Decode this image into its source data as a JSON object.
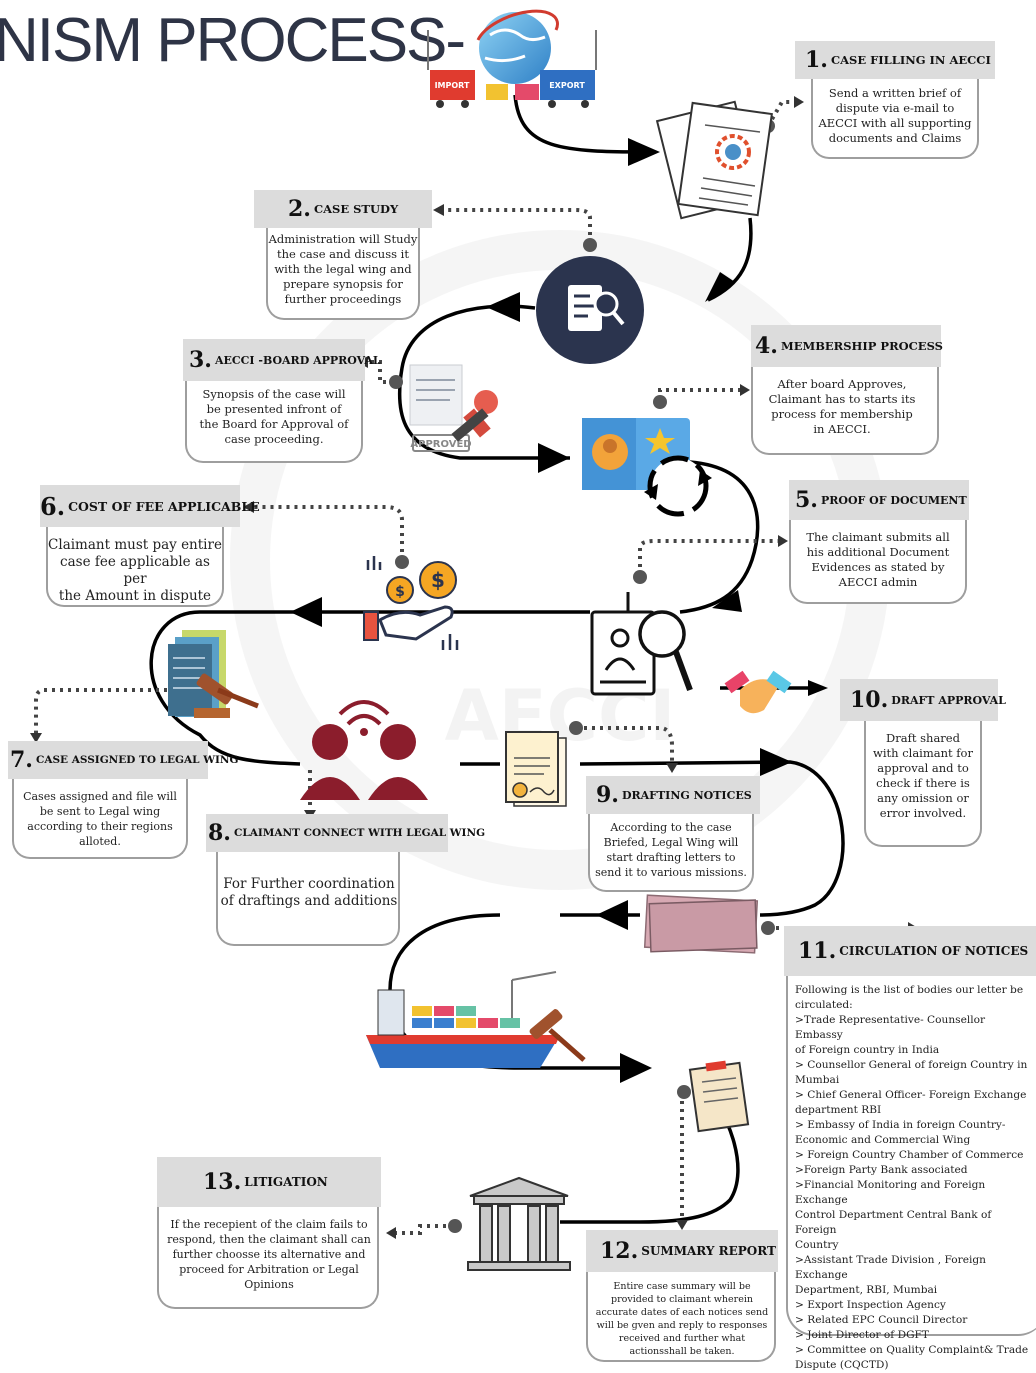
{
  "title": "NISM PROCESS-",
  "illustrations": {
    "import_label": "IMPORT",
    "export_label": "EXPORT",
    "approved_stamp": "APPROVED",
    "watermark": "AECCI"
  },
  "colors": {
    "title": "#2e3446",
    "header_bg": "#dcdcdc",
    "card_border": "#9e9e9e",
    "flow_line": "#000000",
    "navy": "#2b344e",
    "maroon": "#8b1d2c"
  },
  "steps": [
    {
      "num": "1.",
      "title": "CASE FILLING IN AECCI",
      "lines": [
        "Send a written brief of",
        "dispute via e-mail to",
        "AECCI with all supporting",
        "documents and Claims"
      ]
    },
    {
      "num": "2.",
      "title": "CASE STUDY",
      "lines": [
        "Administration will Study",
        "the case and discuss it",
        "with the legal wing and",
        "prepare synopsis for",
        "further proceedings"
      ]
    },
    {
      "num": "3.",
      "title": "AECCI -BOARD APPROVAL",
      "lines": [
        "Synopsis of the case will",
        "be presented infront of",
        "the Board for Approval of",
        "case proceeding."
      ]
    },
    {
      "num": "4.",
      "title": "MEMBERSHIP PROCESS",
      "lines": [
        "After board Approves,",
        "Claimant has to starts its",
        "process for membership",
        "in AECCI."
      ]
    },
    {
      "num": "5.",
      "title": "PROOF OF DOCUMENT",
      "lines": [
        "The claimant submits all",
        "his additional Document",
        "Evidences as stated by",
        "AECCI admin"
      ]
    },
    {
      "num": "6.",
      "title": "COST OF FEE APPLICABLE",
      "lines": [
        "Claimant must pay entire",
        "case fee applicable as per",
        "the Amount in dispute"
      ]
    },
    {
      "num": "7.",
      "title": "CASE ASSIGNED TO LEGAL WING",
      "lines": [
        "Cases assigned and file will",
        "be sent to Legal wing",
        "according to their regions",
        "alloted."
      ]
    },
    {
      "num": "8.",
      "title": "CLAIMANT CONNECT WITH LEGAL WING",
      "lines": [
        "For Further coordination",
        "of draftings and additions"
      ]
    },
    {
      "num": "9.",
      "title": "DRAFTING NOTICES",
      "lines": [
        "According to the case",
        "Briefed, Legal Wing will",
        "start drafting letters to",
        "send it to various missions."
      ]
    },
    {
      "num": "10.",
      "title": "DRAFT APPROVAL",
      "lines": [
        "Draft shared",
        "with claimant for",
        "approval and to",
        "check if there is",
        "any omission or",
        "error involved."
      ]
    },
    {
      "num": "11.",
      "title": "CIRCULATION OF NOTICES",
      "lines": [
        "Following is the list of bodies our letter be",
        "circulated:",
        ">Trade Representative- Counsellor Embassy",
        "of Foreign country in India",
        "> Counsellor General of foreign Country in",
        "Mumbai",
        "> Chief General Officer- Foreign Exchange",
        "department RBI",
        "> Embassy of India in foreign Country-",
        "Economic and Commercial Wing",
        "> Foreign Country Chamber of Commerce",
        ">Foreign Party Bank associated",
        " >Financial Monitoring and Foreign Exchange",
        "Control Department Central Bank of Foreign",
        "Country",
        ">Assistant Trade Division , Foreign Exchange",
        "Department, RBI, Mumbai",
        "> Export Inspection Agency",
        "> Related EPC Council Director",
        "> Joint Director of DGFT",
        "> Committee on Quality Complaint& Trade",
        "Dispute (CQCTD)"
      ]
    },
    {
      "num": "12.",
      "title": "SUMMARY REPORT",
      "lines": [
        "Entire case summary will be",
        "provided to claimant wherein",
        "accurate dates of each notices send",
        "will be gven and reply to responses",
        "received and further what",
        "actionsshall be taken."
      ]
    },
    {
      "num": "13.",
      "title": "LITIGATION",
      "lines": [
        "If the recepient of the claim fails to",
        "respond, then the claimant shall can",
        "further choosse its alternative and",
        "proceed for Arbitration or Legal",
        "Opinions"
      ]
    }
  ]
}
